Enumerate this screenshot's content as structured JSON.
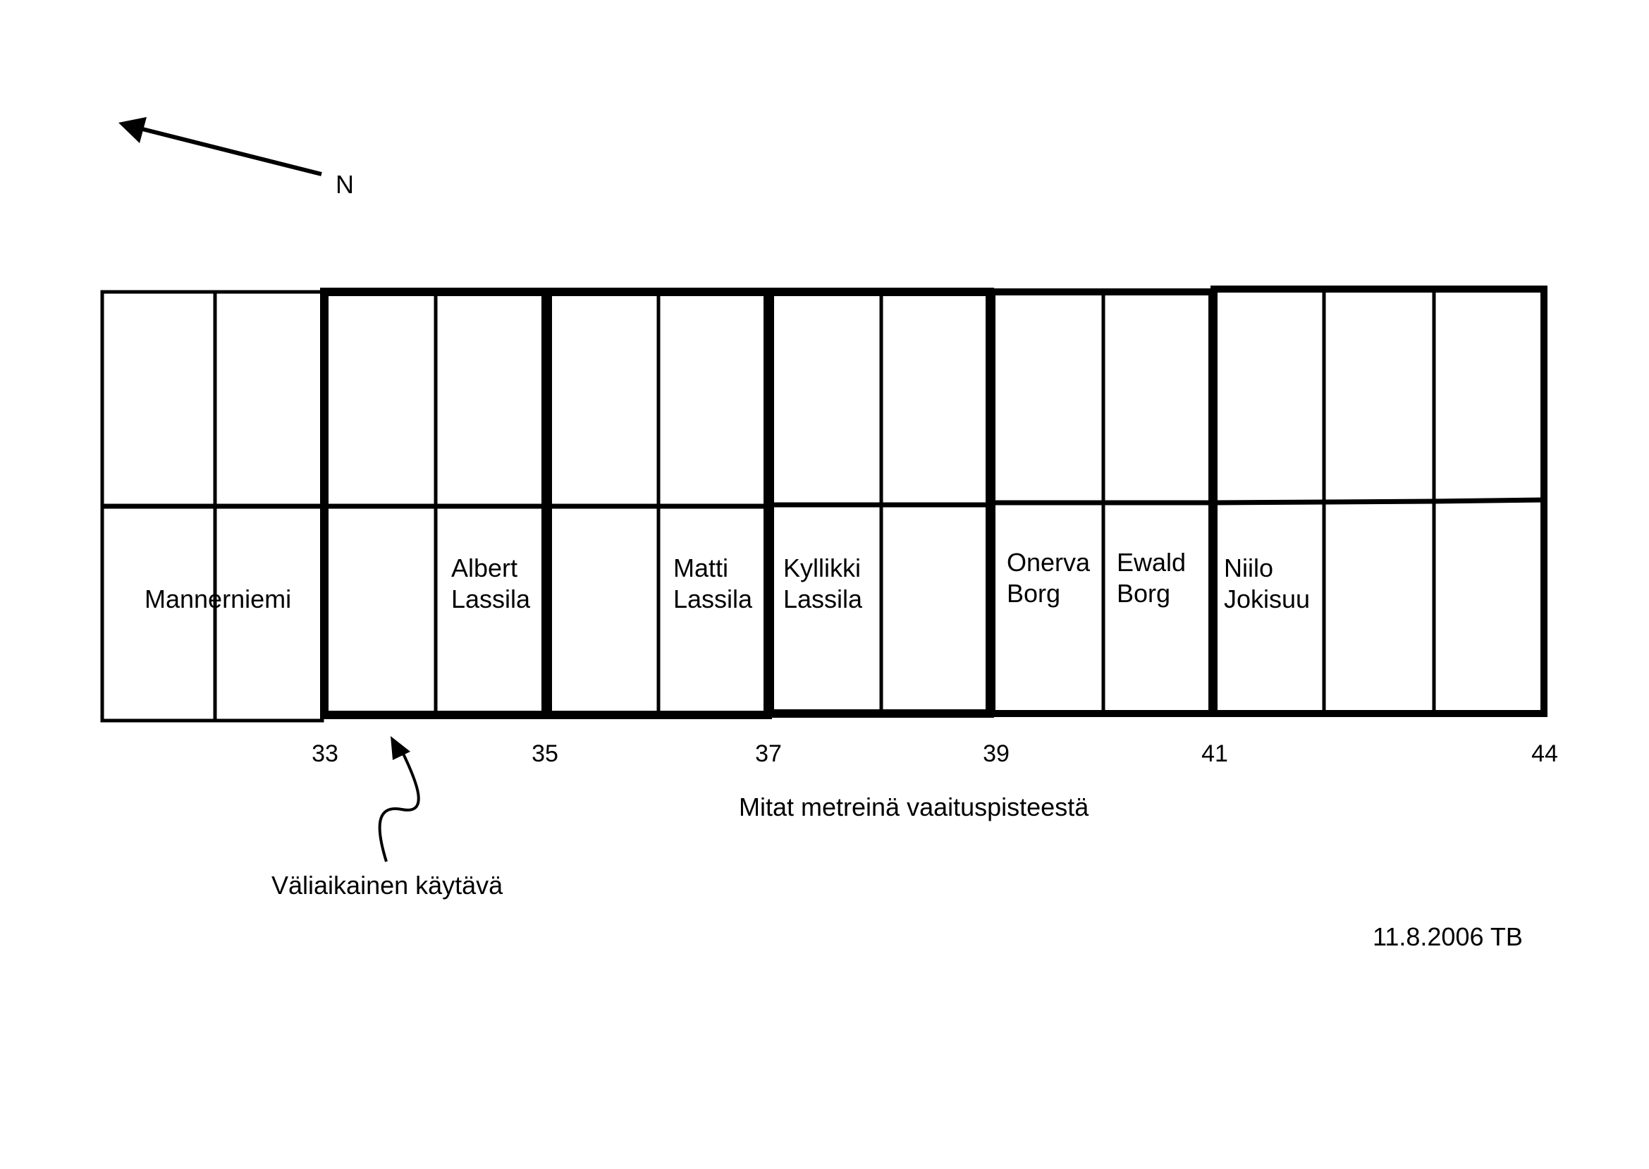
{
  "compass": {
    "label": "N"
  },
  "columns": [
    {
      "name": "Mannerniemi",
      "lines": [
        "Mannerniemi"
      ]
    },
    {
      "name": "",
      "lines": []
    },
    {
      "name": "",
      "lines": []
    },
    {
      "name": "Albert Lassila",
      "lines": [
        "Albert",
        "Lassila"
      ]
    },
    {
      "name": "",
      "lines": []
    },
    {
      "name": "Matti Lassila",
      "lines": [
        "Matti",
        "Lassila"
      ]
    },
    {
      "name": "Kyllikki Lassila",
      "lines": [
        "Kyllikki",
        "Lassila"
      ]
    },
    {
      "name": "",
      "lines": []
    },
    {
      "name": "Onerva Borg",
      "lines": [
        "Onerva",
        "Borg"
      ]
    },
    {
      "name": "Ewald Borg",
      "lines": [
        "Ewald",
        "Borg"
      ]
    },
    {
      "name": "Niilo Jokisuu",
      "lines": [
        "Niilo",
        "Jokisuu"
      ]
    },
    {
      "name": "",
      "lines": []
    },
    {
      "name": "",
      "lines": []
    }
  ],
  "distance_marks": [
    "33",
    "35",
    "37",
    "39",
    "41",
    "44"
  ],
  "measurement_note": "Mitat metreinä vaaituspisteestä",
  "corridor_label": "Väliaikainen käytävä",
  "signature": "11.8.2006 TB",
  "colors": {
    "ink": "#000000",
    "background": "#ffffff"
  }
}
